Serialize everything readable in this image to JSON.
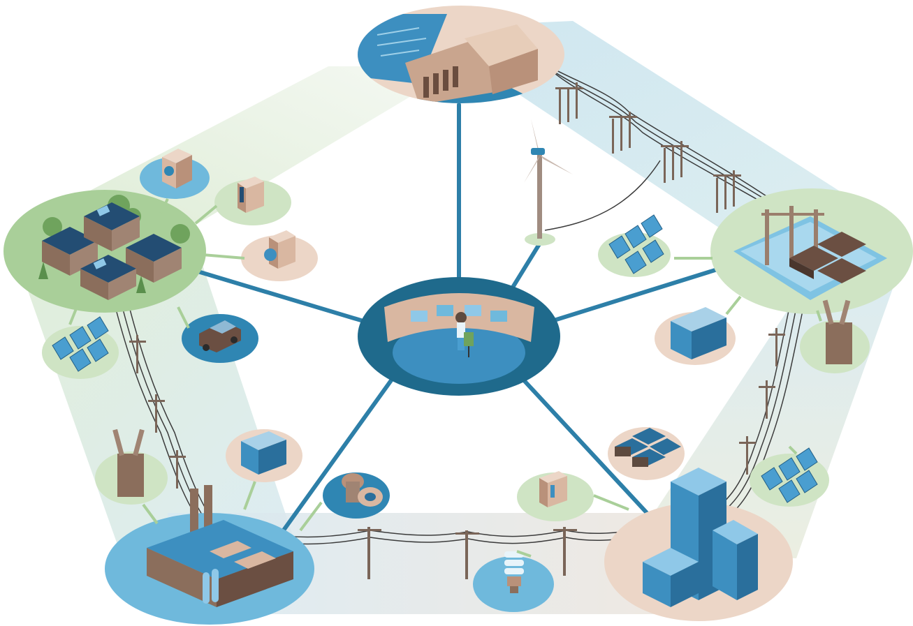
{
  "palette": {
    "blue_dark": "#1f6a8c",
    "blue_mid": "#2f86b3",
    "blue_light": "#6fb9dc",
    "blue_pale": "#cfe8f3",
    "green_pale": "#cfe4c4",
    "green_mid": "#a9cf99",
    "green_tree": "#6fa35d",
    "tan_pale": "#ecd6c7",
    "tan_mid": "#d9b7a1",
    "brown": "#8b6e5c",
    "brown_dark": "#5d4a3f",
    "wall_blue": "#3d8fc0",
    "roof_dark": "#234d73",
    "pylon": "#7a6558"
  },
  "hubs": [
    {
      "id": "control-center",
      "icon": "control-room-icon"
    },
    {
      "id": "hydro-dam",
      "icon": "hydroelectric-dam-icon"
    },
    {
      "id": "substation",
      "icon": "substation-icon"
    },
    {
      "id": "office-buildings",
      "icon": "office-building-icon"
    },
    {
      "id": "factory",
      "icon": "factory-icon"
    },
    {
      "id": "residential-houses",
      "icon": "houses-icon"
    }
  ],
  "satellites": [
    {
      "id": "washing-machine",
      "icon": "washing-machine-icon"
    },
    {
      "id": "smart-panel-top",
      "icon": "control-panel-icon"
    },
    {
      "id": "smart-thermostat",
      "icon": "thermostat-icon"
    },
    {
      "id": "electric-car",
      "icon": "electric-car-icon"
    },
    {
      "id": "solar-left",
      "icon": "solar-panel-icon"
    },
    {
      "id": "transformer-left",
      "icon": "transformer-icon"
    },
    {
      "id": "battery-left",
      "icon": "battery-icon"
    },
    {
      "id": "turbine-pipe",
      "icon": "gas-turbine-icon"
    },
    {
      "id": "cfl-bulb",
      "icon": "light-bulb-icon"
    },
    {
      "id": "smart-panel-bottom",
      "icon": "control-panel-icon"
    },
    {
      "id": "storage-blocks",
      "icon": "energy-storage-icon"
    },
    {
      "id": "solar-right",
      "icon": "solar-panel-icon"
    },
    {
      "id": "battery-right",
      "icon": "battery-icon"
    },
    {
      "id": "transformer-right",
      "icon": "transformer-icon"
    },
    {
      "id": "solar-top",
      "icon": "solar-panel-icon"
    },
    {
      "id": "wind-turbine",
      "icon": "wind-turbine-icon"
    }
  ]
}
